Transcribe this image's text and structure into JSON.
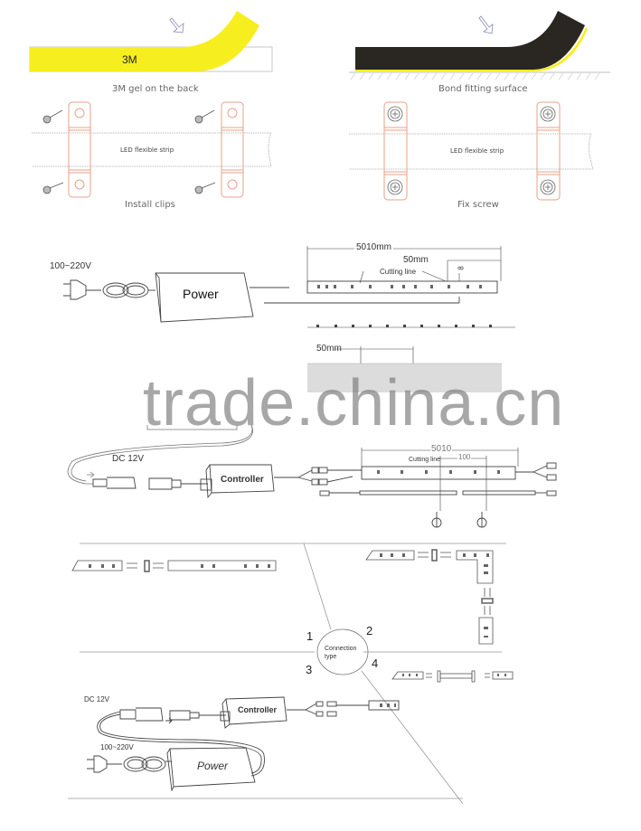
{
  "install_panels": {
    "tape_label": "3M",
    "tape_caption": "3M gel on the back",
    "bond_caption": "Bond fitting surface",
    "strip_label_left": "LED flexible strip",
    "strip_label_right": "LED flexible strip",
    "clips_caption": "Install clips",
    "screw_caption": "Fix screw"
  },
  "wiring_single": {
    "input_voltage": "100~220V",
    "power_label": "Power",
    "length_dim": "5010mm",
    "segment_dim": "50mm",
    "cutting_label": "Cutting line",
    "width_dim": "8",
    "segment_dim_2": "50mm"
  },
  "watermark": "trade.china.cn",
  "wiring_controller": {
    "dc_label": "DC 12V",
    "controller_label": "Controller",
    "length_dim": "5010",
    "segment_dim": "100",
    "cutting_label": "Cutting line"
  },
  "connection": {
    "center_label_line1": "Connection",
    "center_label_line2": "type",
    "quadrants": [
      "1",
      "2",
      "3",
      "4"
    ]
  },
  "wiring_bottom": {
    "dc_label": "DC 12V",
    "input_voltage": "100~220V",
    "controller_label": "Controller",
    "power_label": "Power"
  },
  "colors": {
    "tape_yellow": "#f7ee1f",
    "strip_dark": "#2a2622",
    "clip_orange": "#e8a089",
    "line_gray": "#999999"
  }
}
